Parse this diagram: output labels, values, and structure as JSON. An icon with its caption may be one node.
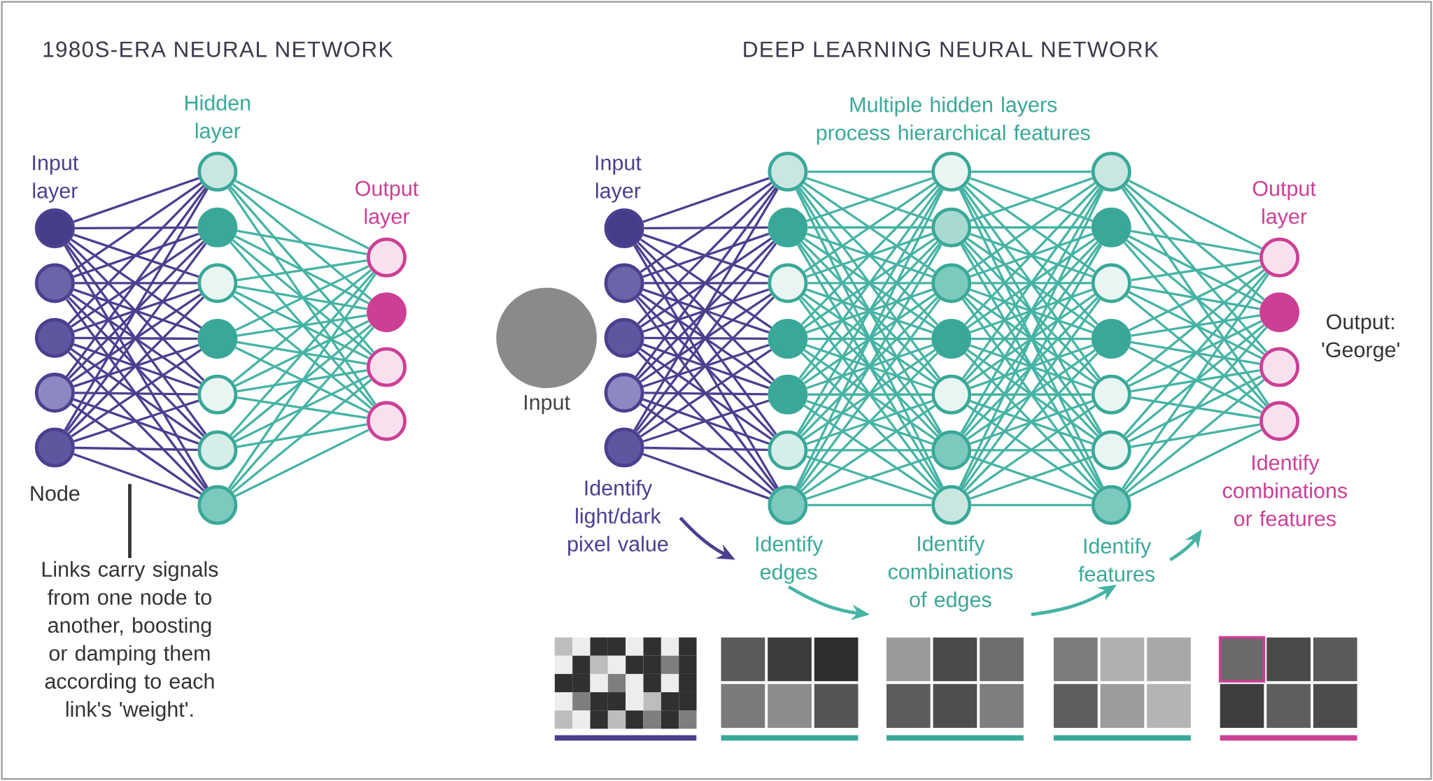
{
  "diagram": {
    "nodes": [
      {
        "text": [],
        "shape": "circle"
      },
      {
        "text": [],
        "shape": "circle"
      },
      {
        "text": [],
        "shape": "circle"
      },
      {
        "text": [],
        "shape": "circle"
      },
      {
        "text": [],
        "shape": "circle",
        "beside": [
          "Node"
        ]
      },
      {
        "text": [],
        "shape": "circle"
      },
      {
        "text": [],
        "shape": "circle"
      },
      {
        "text": [],
        "shape": "circle"
      },
      {
        "text": [],
        "shape": "circle"
      },
      {
        "text": [],
        "shape": "circle"
      },
      {
        "text": [],
        "shape": "circle"
      },
      {
        "text": [],
        "shape": "circle"
      },
      {
        "text": [],
        "shape": "circle"
      },
      {
        "text": [],
        "shape": "circle"
      },
      {
        "text": [],
        "shape": "circle"
      },
      {
        "text": [],
        "shape": "circle"
      },
      {
        "text": [],
        "shape": "circle"
      },
      {
        "text": [],
        "shape": "circle"
      },
      {
        "text": [],
        "shape": "circle"
      },
      {
        "text": [],
        "shape": "circle"
      },
      {
        "text": [],
        "shape": "circle"
      },
      {
        "text": [],
        "shape": "circle"
      },
      {
        "text": [],
        "shape": "circle"
      },
      {
        "text": [],
        "shape": "circle"
      },
      {
        "text": [],
        "shape": "circle"
      },
      {
        "text": [],
        "shape": "circle"
      },
      {
        "text": [],
        "shape": "circle"
      },
      {
        "text": [],
        "shape": "circle"
      },
      {
        "text": [],
        "shape": "circle"
      },
      {
        "text": [],
        "shape": "circle"
      },
      {
        "text": [],
        "shape": "circle"
      },
      {
        "text": [],
        "shape": "circle"
      },
      {
        "text": [],
        "shape": "circle"
      },
      {
        "text": [],
        "shape": "circle"
      },
      {
        "text": [],
        "shape": "circle"
      },
      {
        "text": [],
        "shape": "circle"
      },
      {
        "text": [],
        "shape": "circle"
      },
      {
        "text": [],
        "shape": "circle"
      },
      {
        "text": [],
        "shape": "circle"
      },
      {
        "text": [],
        "shape": "circle"
      },
      {
        "text": [],
        "shape": "circle"
      },
      {
        "text": [],
        "shape": "circle"
      },
      {
        "text": [],
        "shape": "circle"
      },
      {
        "text": [],
        "shape": "circle",
        "beside": [
          "Output: 'George'"
        ]
      },
      {
        "text": [],
        "shape": "circle"
      },
      {
        "text": [],
        "shape": "circle"
      },
      {
        "text": [
          "Links carry signals from one node to another, boosting or damping them according to each link's 'weight'."
        ]
      },
      {
        "text": [
          "Identify light/dark pixel value"
        ]
      },
      {
        "text": [
          "Identify edges"
        ]
      },
      {
        "text": [
          "Identify combinations of edges"
        ]
      },
      {
        "text": [
          "Identify features"
        ]
      },
      {
        "text": [
          "Identify combinations or features"
        ]
      }
    ],
    "edges": [
      {
        "from": 0,
        "to": 5,
        "arrow": "none",
        "color": "#4b3f8f"
      },
      {
        "from": 0,
        "to": 6,
        "arrow": "none",
        "color": "#4b3f8f"
      },
      {
        "from": 0,
        "to": 7,
        "arrow": "none",
        "color": "#4b3f8f"
      },
      {
        "from": 0,
        "to": 8,
        "arrow": "none",
        "color": "#4b3f8f"
      },
      {
        "from": 0,
        "to": 9,
        "arrow": "none",
        "color": "#4b3f8f"
      },
      {
        "from": 0,
        "to": 10,
        "arrow": "none",
        "color": "#4b3f8f"
      },
      {
        "from": 0,
        "to": 11,
        "arrow": "none",
        "color": "#4b3f8f"
      },
      {
        "from": 1,
        "to": 5,
        "arrow": "none",
        "color": "#4b3f8f"
      },
      {
        "from": 1,
        "to": 6,
        "arrow": "none",
        "color": "#4b3f8f"
      },
      {
        "from": 1,
        "to": 7,
        "arrow": "none",
        "color": "#4b3f8f"
      },
      {
        "from": 1,
        "to": 8,
        "arrow": "none",
        "color": "#4b3f8f"
      },
      {
        "from": 1,
        "to": 9,
        "arrow": "none",
        "color": "#4b3f8f"
      },
      {
        "from": 1,
        "to": 10,
        "arrow": "none",
        "color": "#4b3f8f"
      },
      {
        "from": 1,
        "to": 11,
        "arrow": "none",
        "color": "#4b3f8f"
      },
      {
        "from": 2,
        "to": 5,
        "arrow": "none",
        "color": "#4b3f8f"
      },
      {
        "from": 2,
        "to": 6,
        "arrow": "none",
        "color": "#4b3f8f"
      },
      {
        "from": 2,
        "to": 7,
        "arrow": "none",
        "color": "#4b3f8f"
      },
      {
        "from": 2,
        "to": 8,
        "arrow": "none",
        "color": "#4b3f8f"
      },
      {
        "from": 2,
        "to": 9,
        "arrow": "none",
        "color": "#4b3f8f"
      },
      {
        "from": 2,
        "to": 10,
        "arrow": "none",
        "color": "#4b3f8f"
      },
      {
        "from": 2,
        "to": 11,
        "arrow": "none",
        "color": "#4b3f8f"
      },
      {
        "from": 3,
        "to": 5,
        "arrow": "none",
        "color": "#4b3f8f"
      },
      {
        "from": 3,
        "to": 6,
        "arrow": "none",
        "color": "#4b3f8f"
      },
      {
        "from": 3,
        "to": 7,
        "arrow": "none",
        "color": "#4b3f8f"
      },
      {
        "from": 3,
        "to": 8,
        "arrow": "none",
        "color": "#4b3f8f"
      },
      {
        "from": 3,
        "to": 9,
        "arrow": "none",
        "color": "#4b3f8f"
      },
      {
        "from": 3,
        "to": 10,
        "arrow": "none",
        "color": "#4b3f8f"
      },
      {
        "from": 3,
        "to": 11,
        "arrow": "none",
        "color": "#4b3f8f"
      },
      {
        "from": 4,
        "to": 5,
        "arrow": "none",
        "color": "#4b3f8f"
      },
      {
        "from": 4,
        "to": 6,
        "arrow": "none",
        "color": "#4b3f8f"
      },
      {
        "from": 4,
        "to": 7,
        "arrow": "none",
        "color": "#4b3f8f"
      },
      {
        "from": 4,
        "to": 8,
        "arrow": "none",
        "color": "#4b3f8f"
      },
      {
        "from": 4,
        "to": 9,
        "arrow": "none",
        "color": "#4b3f8f"
      },
      {
        "from": 4,
        "to": 10,
        "arrow": "none",
        "color": "#4b3f8f"
      },
      {
        "from": 4,
        "to": 11,
        "arrow": "none",
        "color": "#4b3f8f"
      },
      {
        "from": 5,
        "to": 12,
        "arrow": "none"
      },
      {
        "from": 5,
        "to": 13,
        "arrow": "none"
      },
      {
        "from": 5,
        "to": 14,
        "arrow": "none"
      },
      {
        "from": 5,
        "to": 15,
        "arrow": "none"
      },
      {
        "from": 6,
        "to": 12,
        "arrow": "none"
      },
      {
        "from": 6,
        "to": 13,
        "arrow": "none"
      },
      {
        "from": 6,
        "to": 14,
        "arrow": "none"
      },
      {
        "from": 6,
        "to": 15,
        "arrow": "none"
      },
      {
        "from": 7,
        "to": 12,
        "arrow": "none"
      },
      {
        "from": 7,
        "to": 13,
        "arrow": "none"
      },
      {
        "from": 7,
        "to": 14,
        "arrow": "none"
      },
      {
        "from": 7,
        "to": 15,
        "arrow": "none"
      },
      {
        "from": 8,
        "to": 12,
        "arrow": "none"
      },
      {
        "from": 8,
        "to": 13,
        "arrow": "none"
      },
      {
        "from": 8,
        "to": 14,
        "arrow": "none"
      },
      {
        "from": 8,
        "to": 15,
        "arrow": "none"
      },
      {
        "from": 9,
        "to": 12,
        "arrow": "none"
      },
      {
        "from": 9,
        "to": 13,
        "arrow": "none"
      },
      {
        "from": 9,
        "to": 14,
        "arrow": "none"
      },
      {
        "from": 9,
        "to": 15,
        "arrow": "none"
      },
      {
        "from": 10,
        "to": 12,
        "arrow": "none"
      },
      {
        "from": 10,
        "to": 13,
        "arrow": "none"
      },
      {
        "from": 10,
        "to": 14,
        "arrow": "none"
      },
      {
        "from": 10,
        "to": 15,
        "arrow": "none"
      },
      {
        "from": 11,
        "to": 12,
        "arrow": "none"
      },
      {
        "from": 11,
        "to": 13,
        "arrow": "none"
      },
      {
        "from": 11,
        "to": 14,
        "arrow": "none"
      },
      {
        "from": 11,
        "to": 15,
        "arrow": "none"
      },
      {
        "from": 16,
        "to": 21,
        "arrow": "none",
        "color": "#4b3f8f"
      },
      {
        "from": 16,
        "to": 22,
        "arrow": "none",
        "color": "#4b3f8f"
      },
      {
        "from": 16,
        "to": 23,
        "arrow": "none",
        "color": "#4b3f8f"
      },
      {
        "from": 16,
        "to": 24,
        "arrow": "none",
        "color": "#4b3f8f"
      },
      {
        "from": 16,
        "to": 25,
        "arrow": "none",
        "color": "#4b3f8f"
      },
      {
        "from": 16,
        "to": 26,
        "arrow": "none",
        "color": "#4b3f8f"
      },
      {
        "from": 16,
        "to": 27,
        "arrow": "none",
        "color": "#4b3f8f"
      },
      {
        "from": 17,
        "to": 21,
        "arrow": "none",
        "color": "#4b3f8f"
      },
      {
        "from": 17,
        "to": 22,
        "arrow": "none",
        "color": "#4b3f8f"
      },
      {
        "from": 17,
        "to": 23,
        "arrow": "none",
        "color": "#4b3f8f"
      },
      {
        "from": 17,
        "to": 24,
        "arrow": "none",
        "color": "#4b3f8f"
      },
      {
        "from": 17,
        "to": 25,
        "arrow": "none",
        "color": "#4b3f8f"
      },
      {
        "from": 17,
        "to": 26,
        "arrow": "none",
        "color": "#4b3f8f"
      },
      {
        "from": 17,
        "to": 27,
        "arrow": "none",
        "color": "#4b3f8f"
      },
      {
        "from": 18,
        "to": 21,
        "arrow": "none",
        "color": "#4b3f8f"
      },
      {
        "from": 18,
        "to": 22,
        "arrow": "none",
        "color": "#4b3f8f"
      },
      {
        "from": 18,
        "to": 23,
        "arrow": "none",
        "color": "#4b3f8f"
      },
      {
        "from": 18,
        "to": 24,
        "arrow": "none",
        "color": "#4b3f8f"
      },
      {
        "from": 18,
        "to": 25,
        "arrow": "none",
        "color": "#4b3f8f"
      },
      {
        "from": 18,
        "to": 26,
        "arrow": "none",
        "color": "#4b3f8f"
      },
      {
        "from": 18,
        "to": 27,
        "arrow": "none",
        "color": "#4b3f8f"
      },
      {
        "from": 19,
        "to": 21,
        "arrow": "none",
        "color": "#4b3f8f"
      },
      {
        "from": 19,
        "to": 22,
        "arrow": "none",
        "color": "#4b3f8f"
      },
      {
        "from": 19,
        "to": 23,
        "arrow": "none",
        "color": "#4b3f8f"
      },
      {
        "from": 19,
        "to": 24,
        "arrow": "none",
        "color": "#4b3f8f"
      },
      {
        "from": 19,
        "to": 25,
        "arrow": "none",
        "color": "#4b3f8f"
      },
      {
        "from": 19,
        "to": 26,
        "arrow": "none",
        "color": "#4b3f8f"
      },
      {
        "from": 19,
        "to": 27,
        "arrow": "none",
        "color": "#4b3f8f"
      },
      {
        "from": 20,
        "to": 21,
        "arrow": "none",
        "color": "#4b3f8f"
      },
      {
        "from": 20,
        "to": 22,
        "arrow": "none",
        "color": "#4b3f8f"
      },
      {
        "from": 20,
        "to": 23,
        "arrow": "none",
        "color": "#4b3f8f"
      },
      {
        "from": 20,
        "to": 24,
        "arrow": "none",
        "color": "#4b3f8f"
      },
      {
        "from": 20,
        "to": 25,
        "arrow": "none",
        "color": "#4b3f8f"
      },
      {
        "from": 20,
        "to": 26,
        "arrow": "none",
        "color": "#4b3f8f"
      },
      {
        "from": 20,
        "to": 27,
        "arrow": "none",
        "color": "#4b3f8f"
      },
      {
        "from": 21,
        "to": 28,
        "arrow": "none"
      },
      {
        "from": 21,
        "to": 29,
        "arrow": "none"
      },
      {
        "from": 21,
        "to": 30,
        "arrow": "none"
      },
      {
        "from": 21,
        "to": 31,
        "arrow": "none"
      },
      {
        "from": 21,
        "to": 32,
        "arrow": "none"
      },
      {
        "from": 21,
        "to": 33,
        "arrow": "none"
      },
      {
        "from": 21,
        "to": 34,
        "arrow": "none"
      },
      {
        "from": 22,
        "to": 28,
        "arrow": "none"
      },
      {
        "from": 22,
        "to": 29,
        "arrow": "none"
      },
      {
        "from": 22,
        "to": 30,
        "arrow": "none"
      },
      {
        "from": 22,
        "to": 31,
        "arrow": "none"
      },
      {
        "from": 22,
        "to": 32,
        "arrow": "none"
      },
      {
        "from": 22,
        "to": 33,
        "arrow": "none"
      },
      {
        "from": 22,
        "to": 34,
        "arrow": "none"
      },
      {
        "from": 23,
        "to": 28,
        "arrow": "none"
      },
      {
        "from": 23,
        "to": 29,
        "arrow": "none"
      },
      {
        "from": 23,
        "to": 30,
        "arrow": "none"
      },
      {
        "from": 23,
        "to": 31,
        "arrow": "none"
      },
      {
        "from": 23,
        "to": 32,
        "arrow": "none"
      },
      {
        "from": 23,
        "to": 33,
        "arrow": "none"
      },
      {
        "from": 23,
        "to": 34,
        "arrow": "none"
      },
      {
        "from": 24,
        "to": 28,
        "arrow": "none"
      },
      {
        "from": 24,
        "to": 29,
        "arrow": "none"
      },
      {
        "from": 24,
        "to": 30,
        "arrow": "none"
      },
      {
        "from": 24,
        "to": 31,
        "arrow": "none"
      },
      {
        "from": 24,
        "to": 32,
        "arrow": "none"
      },
      {
        "from": 24,
        "to": 33,
        "arrow": "none"
      },
      {
        "from": 24,
        "to": 34,
        "arrow": "none"
      },
      {
        "from": 25,
        "to": 28,
        "arrow": "none"
      },
      {
        "from": 25,
        "to": 29,
        "arrow": "none"
      },
      {
        "from": 25,
        "to": 30,
        "arrow": "none"
      },
      {
        "from": 25,
        "to": 31,
        "arrow": "none"
      },
      {
        "from": 25,
        "to": 32,
        "arrow": "none"
      },
      {
        "from": 25,
        "to": 33,
        "arrow": "none"
      },
      {
        "from": 25,
        "to": 34,
        "arrow": "none"
      },
      {
        "from": 26,
        "to": 28,
        "arrow": "none"
      },
      {
        "from": 26,
        "to": 29,
        "arrow": "none"
      },
      {
        "from": 26,
        "to": 30,
        "arrow": "none"
      },
      {
        "from": 26,
        "to": 31,
        "arrow": "none"
      },
      {
        "from": 26,
        "to": 32,
        "arrow": "none"
      },
      {
        "from": 26,
        "to": 33,
        "arrow": "none"
      },
      {
        "from": 26,
        "to": 34,
        "arrow": "none"
      },
      {
        "from": 27,
        "to": 28,
        "arrow": "none"
      },
      {
        "from": 27,
        "to": 29,
        "arrow": "none"
      },
      {
        "from": 27,
        "to": 30,
        "arrow": "none"
      },
      {
        "from": 27,
        "to": 31,
        "arrow": "none"
      },
      {
        "from": 27,
        "to": 32,
        "arrow": "none"
      },
      {
        "from": 27,
        "to": 33,
        "arrow": "none"
      },
      {
        "from": 27,
        "to": 34,
        "arrow": "none"
      },
      {
        "from": 28,
        "to": 35,
        "arrow": "none"
      },
      {
        "from": 28,
        "to": 36,
        "arrow": "none"
      },
      {
        "from": 28,
        "to": 37,
        "arrow": "none"
      },
      {
        "from": 28,
        "to": 38,
        "arrow": "none"
      },
      {
        "from": 28,
        "to": 39,
        "arrow": "none"
      },
      {
        "from": 28,
        "to": 40,
        "arrow": "none"
      },
      {
        "from": 28,
        "to": 41,
        "arrow": "none"
      },
      {
        "from": 29,
        "to": 35,
        "arrow": "none"
      },
      {
        "from": 29,
        "to": 36,
        "arrow": "none"
      },
      {
        "from": 29,
        "to": 37,
        "arrow": "none"
      },
      {
        "from": 29,
        "to": 38,
        "arrow": "none"
      },
      {
        "from": 29,
        "to": 39,
        "arrow": "none"
      },
      {
        "from": 29,
        "to": 40,
        "arrow": "none"
      },
      {
        "from": 29,
        "to": 41,
        "arrow": "none"
      },
      {
        "from": 30,
        "to": 35,
        "arrow": "none"
      },
      {
        "from": 30,
        "to": 36,
        "arrow": "none"
      },
      {
        "from": 30,
        "to": 37,
        "arrow": "none"
      },
      {
        "from": 30,
        "to": 38,
        "arrow": "none"
      },
      {
        "from": 30,
        "to": 39,
        "arrow": "none"
      },
      {
        "from": 30,
        "to": 40,
        "arrow": "none"
      },
      {
        "from": 30,
        "to": 41,
        "arrow": "none"
      },
      {
        "from": 31,
        "to": 35,
        "arrow": "none"
      },
      {
        "from": 31,
        "to": 36,
        "arrow": "none"
      },
      {
        "from": 31,
        "to": 37,
        "arrow": "none"
      },
      {
        "from": 31,
        "to": 38,
        "arrow": "none"
      },
      {
        "from": 31,
        "to": 39,
        "arrow": "none"
      },
      {
        "from": 31,
        "to": 40,
        "arrow": "none"
      },
      {
        "from": 31,
        "to": 41,
        "arrow": "none"
      },
      {
        "from": 32,
        "to": 35,
        "arrow": "none"
      },
      {
        "from": 32,
        "to": 36,
        "arrow": "none"
      },
      {
        "from": 32,
        "to": 37,
        "arrow": "none"
      },
      {
        "from": 32,
        "to": 38,
        "arrow": "none"
      },
      {
        "from": 32,
        "to": 39,
        "arrow": "none"
      },
      {
        "from": 32,
        "to": 40,
        "arrow": "none"
      },
      {
        "from": 32,
        "to": 41,
        "arrow": "none"
      },
      {
        "from": 33,
        "to": 35,
        "arrow": "none"
      },
      {
        "from": 33,
        "to": 36,
        "arrow": "none"
      },
      {
        "from": 33,
        "to": 37,
        "arrow": "none"
      },
      {
        "from": 33,
        "to": 38,
        "arrow": "none"
      },
      {
        "from": 33,
        "to": 39,
        "arrow": "none"
      },
      {
        "from": 33,
        "to": 40,
        "arrow": "none"
      },
      {
        "from": 33,
        "to": 41,
        "arrow": "none"
      },
      {
        "from": 34,
        "to": 35,
        "arrow": "none"
      },
      {
        "from": 34,
        "to": 36,
        "arrow": "none"
      },
      {
        "from": 34,
        "to": 37,
        "arrow": "none"
      },
      {
        "from": 34,
        "to": 38,
        "arrow": "none"
      },
      {
        "from": 34,
        "to": 39,
        "arrow": "none"
      },
      {
        "from": 34,
        "to": 40,
        "arrow": "none"
      },
      {
        "from": 34,
        "to": 41,
        "arrow": "none"
      },
      {
        "from": 35,
        "to": 42,
        "arrow": "none"
      },
      {
        "from": 35,
        "to": 43,
        "arrow": "none"
      },
      {
        "from": 35,
        "to": 44,
        "arrow": "none"
      },
      {
        "from": 35,
        "to": 45,
        "arrow": "none"
      },
      {
        "from": 36,
        "to": 42,
        "arrow": "none"
      },
      {
        "from": 36,
        "to": 43,
        "arrow": "none"
      },
      {
        "from": 36,
        "to": 44,
        "arrow": "none"
      },
      {
        "from": 36,
        "to": 45,
        "arrow": "none"
      },
      {
        "from": 37,
        "to": 42,
        "arrow": "none"
      },
      {
        "from": 37,
        "to": 43,
        "arrow": "none"
      },
      {
        "from": 37,
        "to": 44,
        "arrow": "none"
      },
      {
        "from": 37,
        "to": 45,
        "arrow": "none"
      },
      {
        "from": 38,
        "to": 42,
        "arrow": "none"
      },
      {
        "from": 38,
        "to": 43,
        "arrow": "none"
      },
      {
        "from": 38,
        "to": 44,
        "arrow": "none"
      },
      {
        "from": 38,
        "to": 45,
        "arrow": "none"
      },
      {
        "from": 39,
        "to": 42,
        "arrow": "none"
      },
      {
        "from": 39,
        "to": 43,
        "arrow": "none"
      },
      {
        "from": 39,
        "to": 44,
        "arrow": "none"
      },
      {
        "from": 39,
        "to": 45,
        "arrow": "none"
      },
      {
        "from": 40,
        "to": 42,
        "arrow": "none"
      },
      {
        "from": 40,
        "to": 43,
        "arrow": "none"
      },
      {
        "from": 40,
        "to": 44,
        "arrow": "none"
      },
      {
        "from": 40,
        "to": 45,
        "arrow": "none"
      },
      {
        "from": 41,
        "to": 42,
        "arrow": "none"
      },
      {
        "from": 41,
        "to": 43,
        "arrow": "none"
      },
      {
        "from": 41,
        "to": 44,
        "arrow": "none"
      },
      {
        "from": 41,
        "to": 45,
        "arrow": "none"
      },
      {
        "from": 46,
        "to": null,
        "arrow": "none",
        "color": "#333333"
      },
      {
        "from": 47,
        "to": 48,
        "arrow": "to",
        "color": "#4b3f8f"
      },
      {
        "from": 48,
        "to": 49,
        "arrow": "to"
      },
      {
        "from": 49,
        "to": 50,
        "arrow": "to"
      },
      {
        "from": 50,
        "to": 51,
        "arrow": "to"
      }
    ],
    "labels": [
      "1980S-ERA NEURAL NETWORK",
      "DEEP LEARNING NEURAL NETWORK",
      "Hidden layer",
      "Input layer",
      "Output layer",
      "Multiple hidden layers process hierarchical features",
      "Input layer",
      "Output layer",
      "Input"
    ]
  }
}
